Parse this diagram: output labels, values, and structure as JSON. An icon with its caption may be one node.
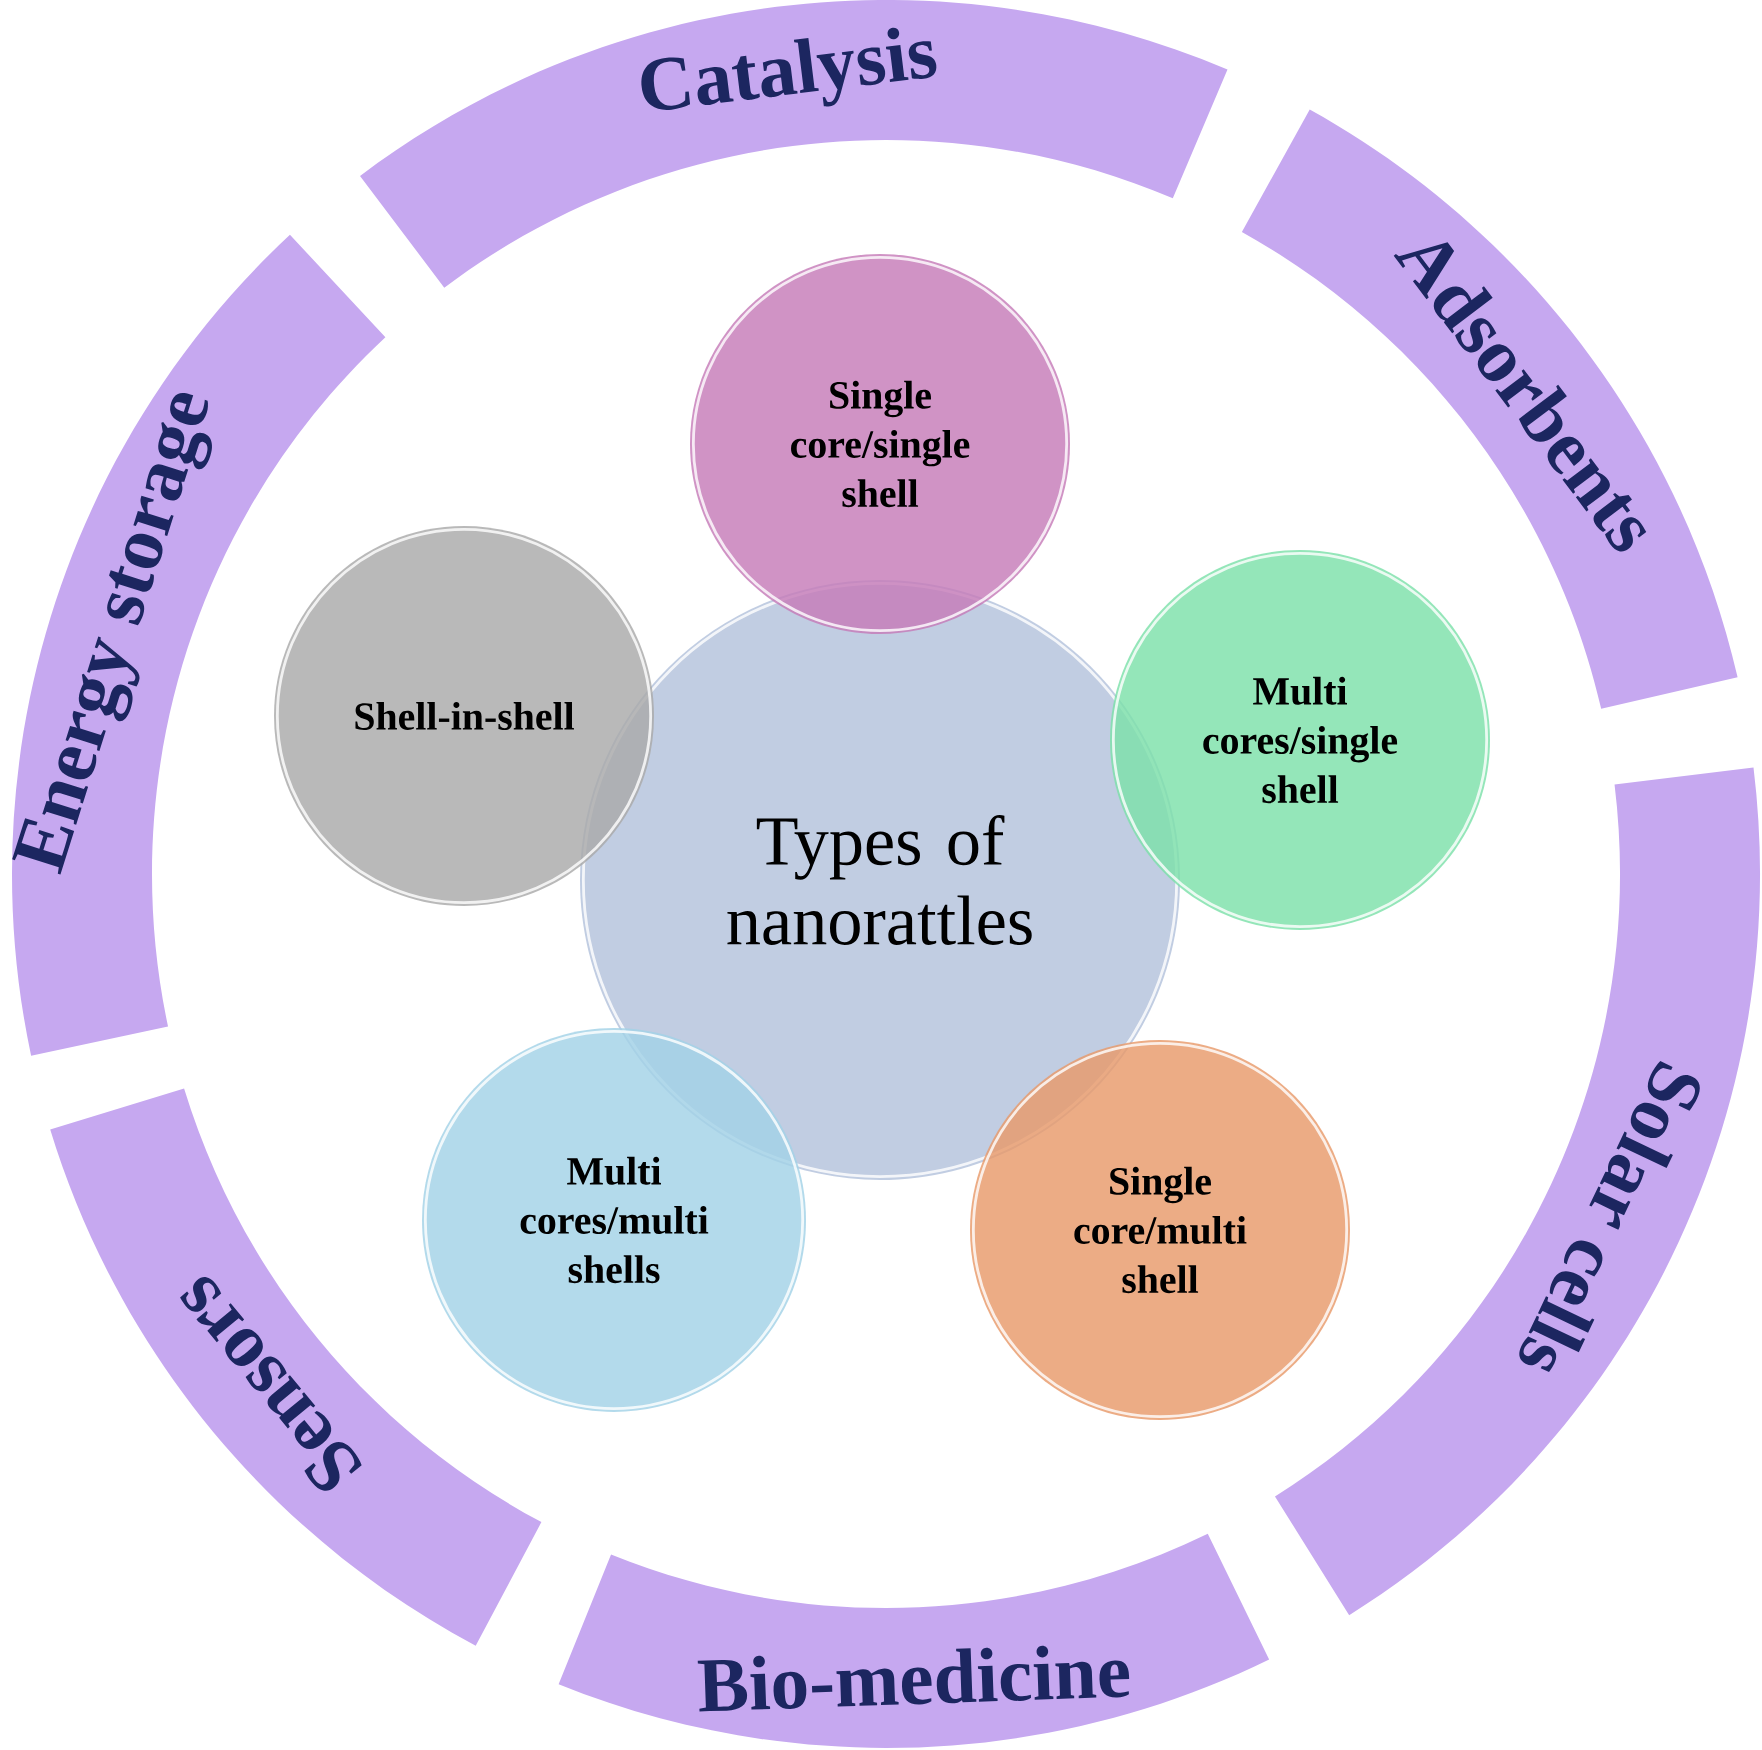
{
  "diagram": {
    "nodes": [
      {
        "text": [
          "Catalysis"
        ]
      },
      {
        "text": [
          "Adsorbents"
        ]
      },
      {
        "text": [
          "Solar cells"
        ]
      },
      {
        "text": [
          "Bio-medicine"
        ]
      },
      {
        "text": [
          "Sensors"
        ]
      },
      {
        "text": [
          "Energy storage"
        ]
      },
      {
        "text": [
          "Types of nanorattles"
        ]
      },
      {
        "text": [
          "Single core/single shell"
        ]
      },
      {
        "text": [
          "Multi cores/single shell"
        ]
      },
      {
        "text": [
          "Single core/multi shell"
        ]
      },
      {
        "text": [
          "Multi cores/multi shells"
        ]
      },
      {
        "text": [
          "Shell-in-shell"
        ]
      }
    ]
  }
}
